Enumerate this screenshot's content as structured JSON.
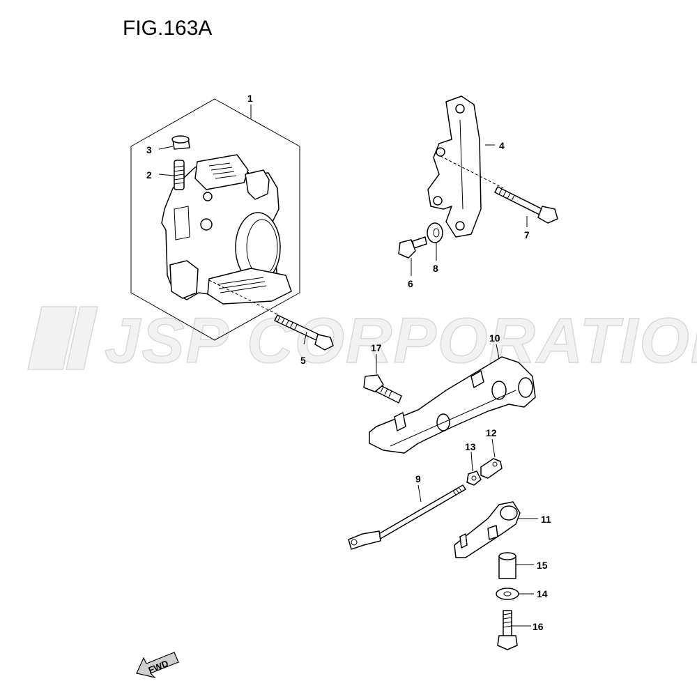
{
  "figure": {
    "title": "FIG.163A"
  },
  "watermark": {
    "text": "JSP CORPORATION"
  },
  "direction_arrow": {
    "label": "FWD"
  },
  "callouts": {
    "c1": "1",
    "c2": "2",
    "c3": "3",
    "c4": "4",
    "c5": "5",
    "c6": "6",
    "c7": "7",
    "c8": "8",
    "c9": "9",
    "c10": "10",
    "c11": "11",
    "c12": "12",
    "c13": "13",
    "c14": "14",
    "c15": "15",
    "c16": "16",
    "c17": "17"
  }
}
